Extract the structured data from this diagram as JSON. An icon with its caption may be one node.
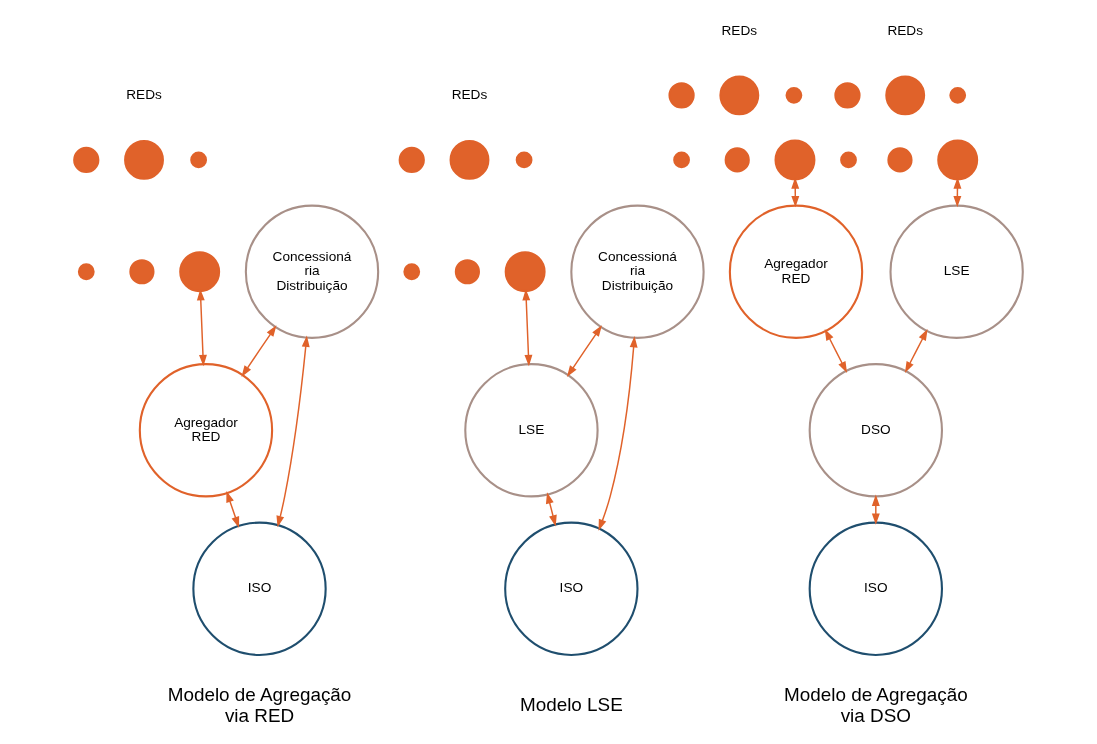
{
  "diagram": {
    "nodes": [
      {
        "text": [],
        "shape": "circle"
      },
      {
        "text": [],
        "shape": "circle"
      },
      {
        "text": [],
        "shape": "circle"
      },
      {
        "text": [],
        "shape": "circle"
      },
      {
        "text": [],
        "shape": "circle"
      },
      {
        "text": [],
        "shape": "circle"
      },
      {
        "text": [
          "Agregador RED"
        ]
      },
      {
        "text": [
          "Concessioná ria Distribuição"
        ]
      },
      {
        "text": [
          "ISO"
        ]
      },
      {
        "text": [],
        "shape": "circle"
      },
      {
        "text": [],
        "shape": "circle"
      },
      {
        "text": [],
        "shape": "circle"
      },
      {
        "text": [],
        "shape": "circle"
      },
      {
        "text": [],
        "shape": "circle"
      },
      {
        "text": [],
        "shape": "circle"
      },
      {
        "text": [
          "LSE"
        ]
      },
      {
        "text": [
          "Concessioná ria Distribuição"
        ]
      },
      {
        "text": [
          "ISO"
        ]
      },
      {
        "text": [],
        "shape": "circle"
      },
      {
        "text": [],
        "shape": "circle"
      },
      {
        "text": [],
        "shape": "circle"
      },
      {
        "text": [],
        "shape": "circle"
      },
      {
        "text": [],
        "shape": "circle"
      },
      {
        "text": [],
        "shape": "circle"
      },
      {
        "text": [],
        "shape": "circle"
      },
      {
        "text": [],
        "shape": "circle"
      },
      {
        "text": [],
        "shape": "circle"
      },
      {
        "text": [],
        "shape": "circle"
      },
      {
        "text": [],
        "shape": "circle"
      },
      {
        "text": [],
        "shape": "circle"
      },
      {
        "text": [
          "Agregador RED"
        ]
      },
      {
        "text": [
          "LSE"
        ]
      },
      {
        "text": [
          "DSO"
        ]
      },
      {
        "text": [
          "ISO"
        ]
      }
    ],
    "edges": [
      {
        "from": 5,
        "to": 6,
        "arrow": "both"
      },
      {
        "from": 7,
        "to": 6,
        "arrow": "both"
      },
      {
        "from": 6,
        "to": 8,
        "arrow": "both"
      },
      {
        "from": 7,
        "to": 8,
        "arrow": "both"
      },
      {
        "from": 14,
        "to": 15,
        "arrow": "both"
      },
      {
        "from": 16,
        "to": 15,
        "arrow": "both"
      },
      {
        "from": 15,
        "to": 17,
        "arrow": "both"
      },
      {
        "from": 16,
        "to": 17,
        "arrow": "both"
      },
      {
        "from": 23,
        "to": 30,
        "arrow": "both"
      },
      {
        "from": 29,
        "to": 31,
        "arrow": "both"
      },
      {
        "from": 30,
        "to": 32,
        "arrow": "both"
      },
      {
        "from": 31,
        "to": 32,
        "arrow": "both"
      },
      {
        "from": 32,
        "to": 33,
        "arrow": "both"
      }
    ],
    "labels": [
      "REDs",
      "REDs",
      "REDs",
      "REDs",
      "Modelo de Agregação via RED",
      "Modelo LSE",
      "Modelo de Agregação via DSO"
    ]
  }
}
